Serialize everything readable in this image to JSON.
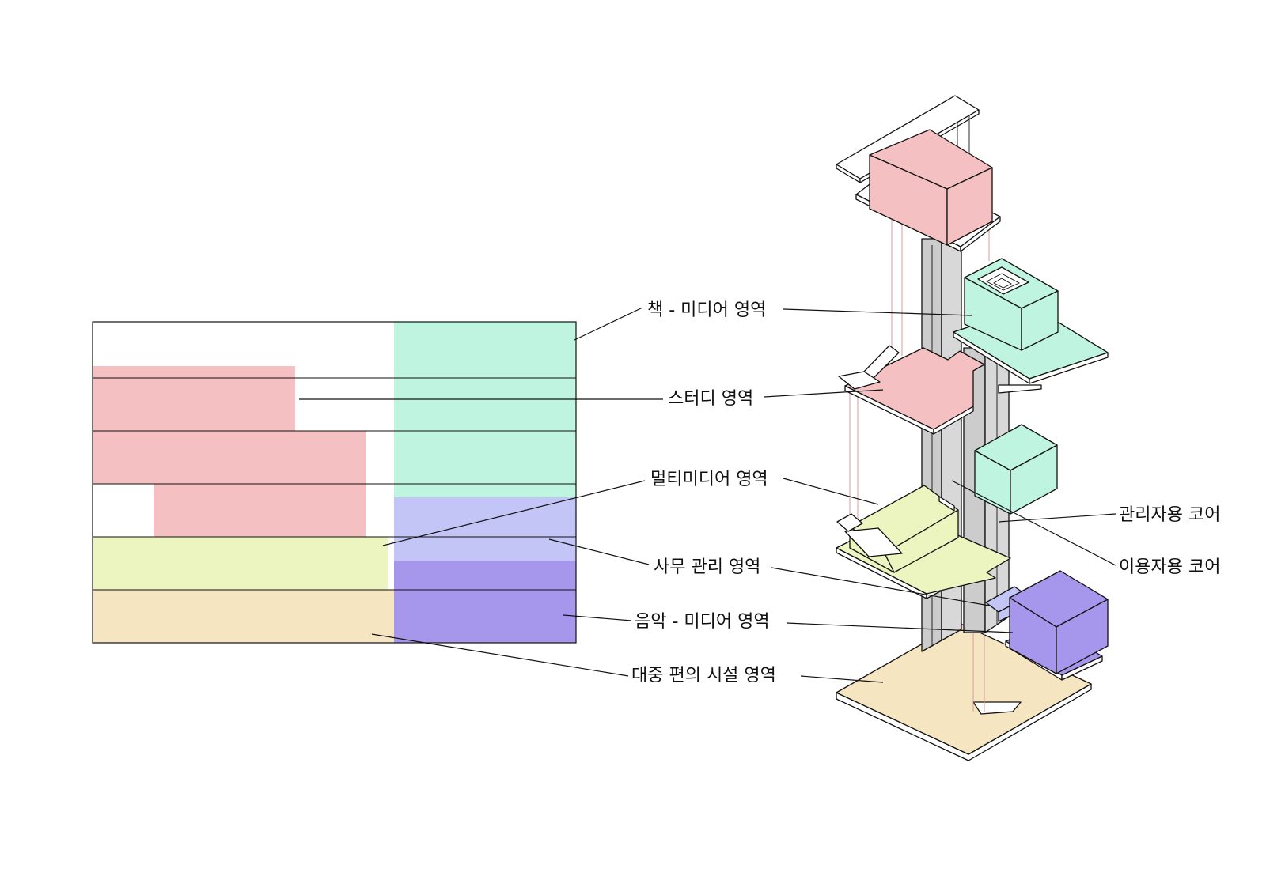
{
  "colors": {
    "pink": "#f5c0c1",
    "mint": "#bff4e0",
    "lavender": "#c2c5f5",
    "purple": "#a797ec",
    "yellow": "#ecf4bf",
    "beige": "#f5e5c1",
    "core_gray": "#cccccc",
    "white": "#ffffff"
  },
  "labels": {
    "book_media": "책 - 미디어 영역",
    "study": "스터디 영역",
    "multimedia": "멀티미디어 영역",
    "office": "사무 관리 영역",
    "music_media": "음악 - 미디어 영역",
    "public": "대중 편의 시설 영역",
    "admin_core": "관리자용 코어",
    "user_core": "이용자용 코어"
  }
}
